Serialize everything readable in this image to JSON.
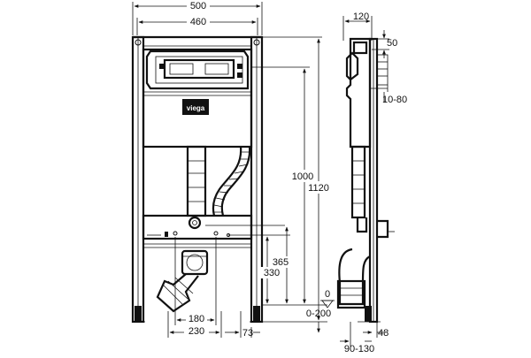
{
  "dimensions": {
    "front": {
      "overall_width": "500",
      "frame_width": "460",
      "height_1000": "1000",
      "height_1120": "1120",
      "height_365": "365",
      "height_330": "330",
      "spacing_180": "180",
      "spacing_230": "230",
      "offset_73": "73",
      "floor_0": "0",
      "floor_range": "0-200"
    },
    "side": {
      "depth_120": "120",
      "top_50": "50",
      "range_10_80": "10-80",
      "range_90_130": "90-130",
      "bottom_48": "48"
    }
  },
  "logo_text": "viega"
}
